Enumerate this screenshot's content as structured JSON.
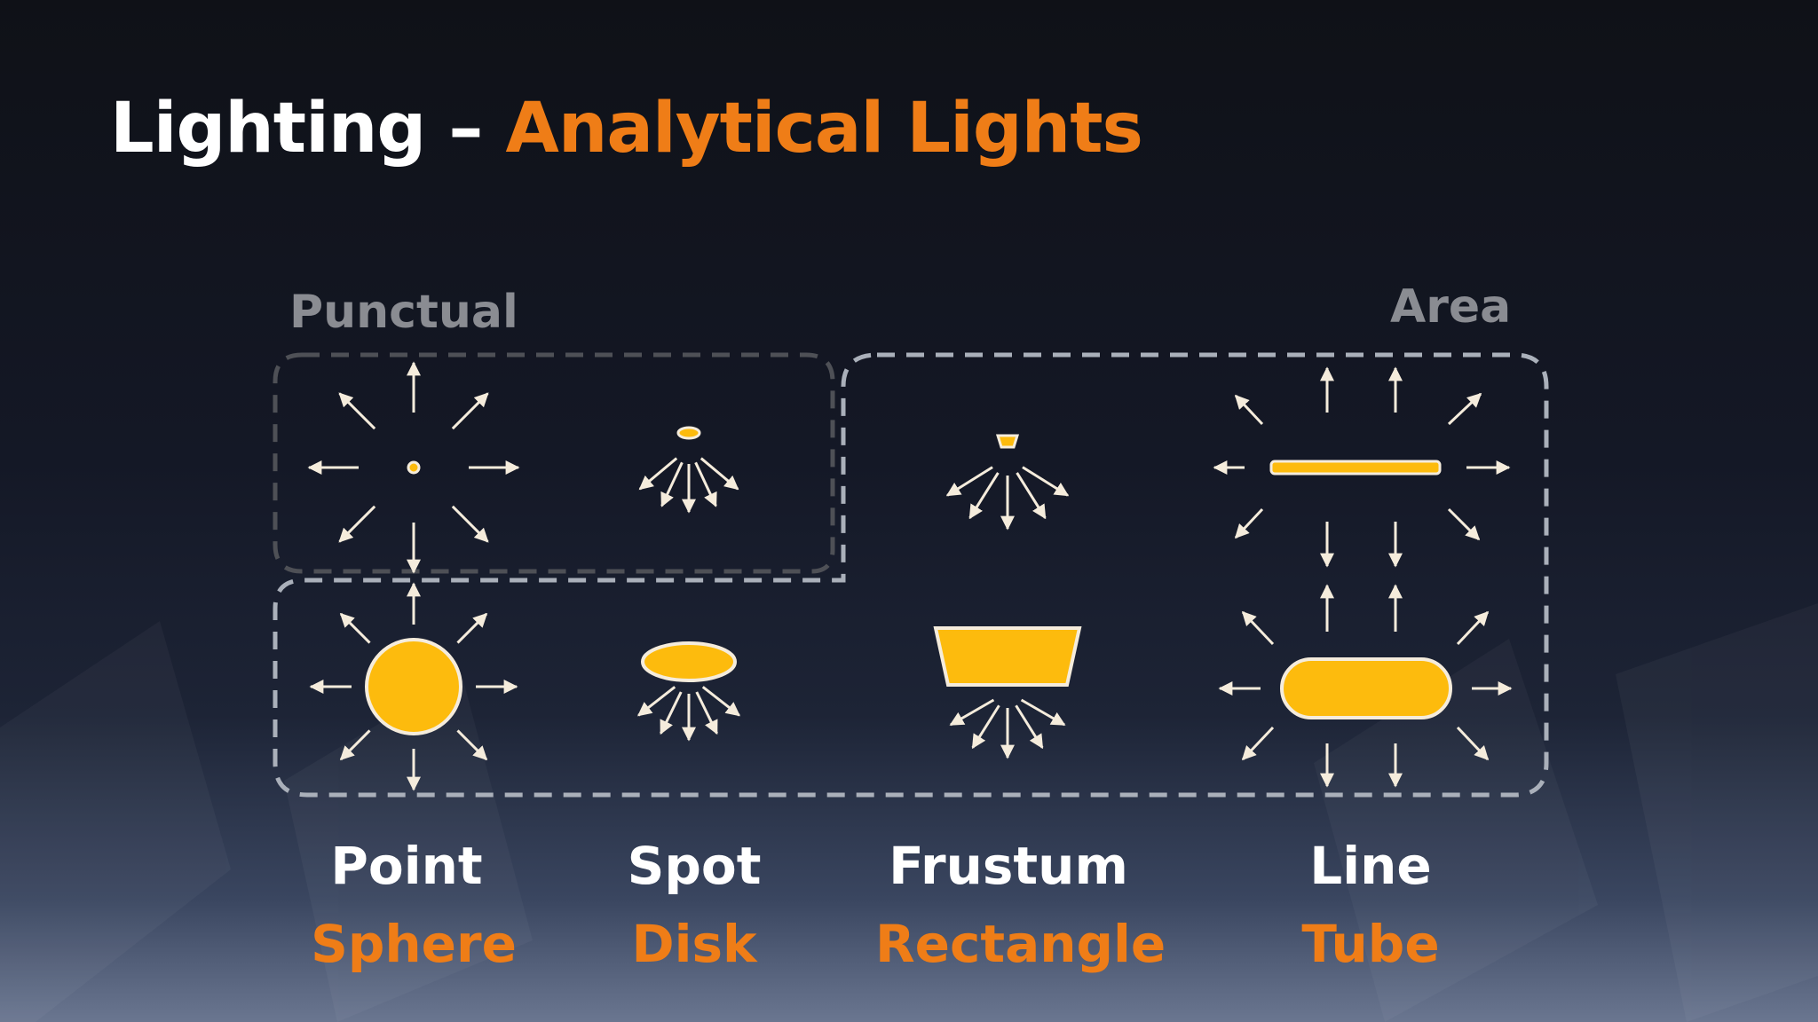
{
  "title": {
    "prefix": "Lighting – ",
    "highlight": "Analytical Lights"
  },
  "groups": {
    "punctual": "Punctual",
    "area": "Area"
  },
  "lights": [
    {
      "name": "Point",
      "shape": "Sphere"
    },
    {
      "name": "Spot",
      "shape": "Disk"
    },
    {
      "name": "Frustum",
      "shape": "Rectangle"
    },
    {
      "name": "Line",
      "shape": "Tube"
    }
  ],
  "colors": {
    "accent": "#ef7d17",
    "light_fill": "#fdbb0d",
    "arrow": "#f5ecdc",
    "dash": "#6b6d72",
    "dash_light": "#b8bcc6"
  }
}
